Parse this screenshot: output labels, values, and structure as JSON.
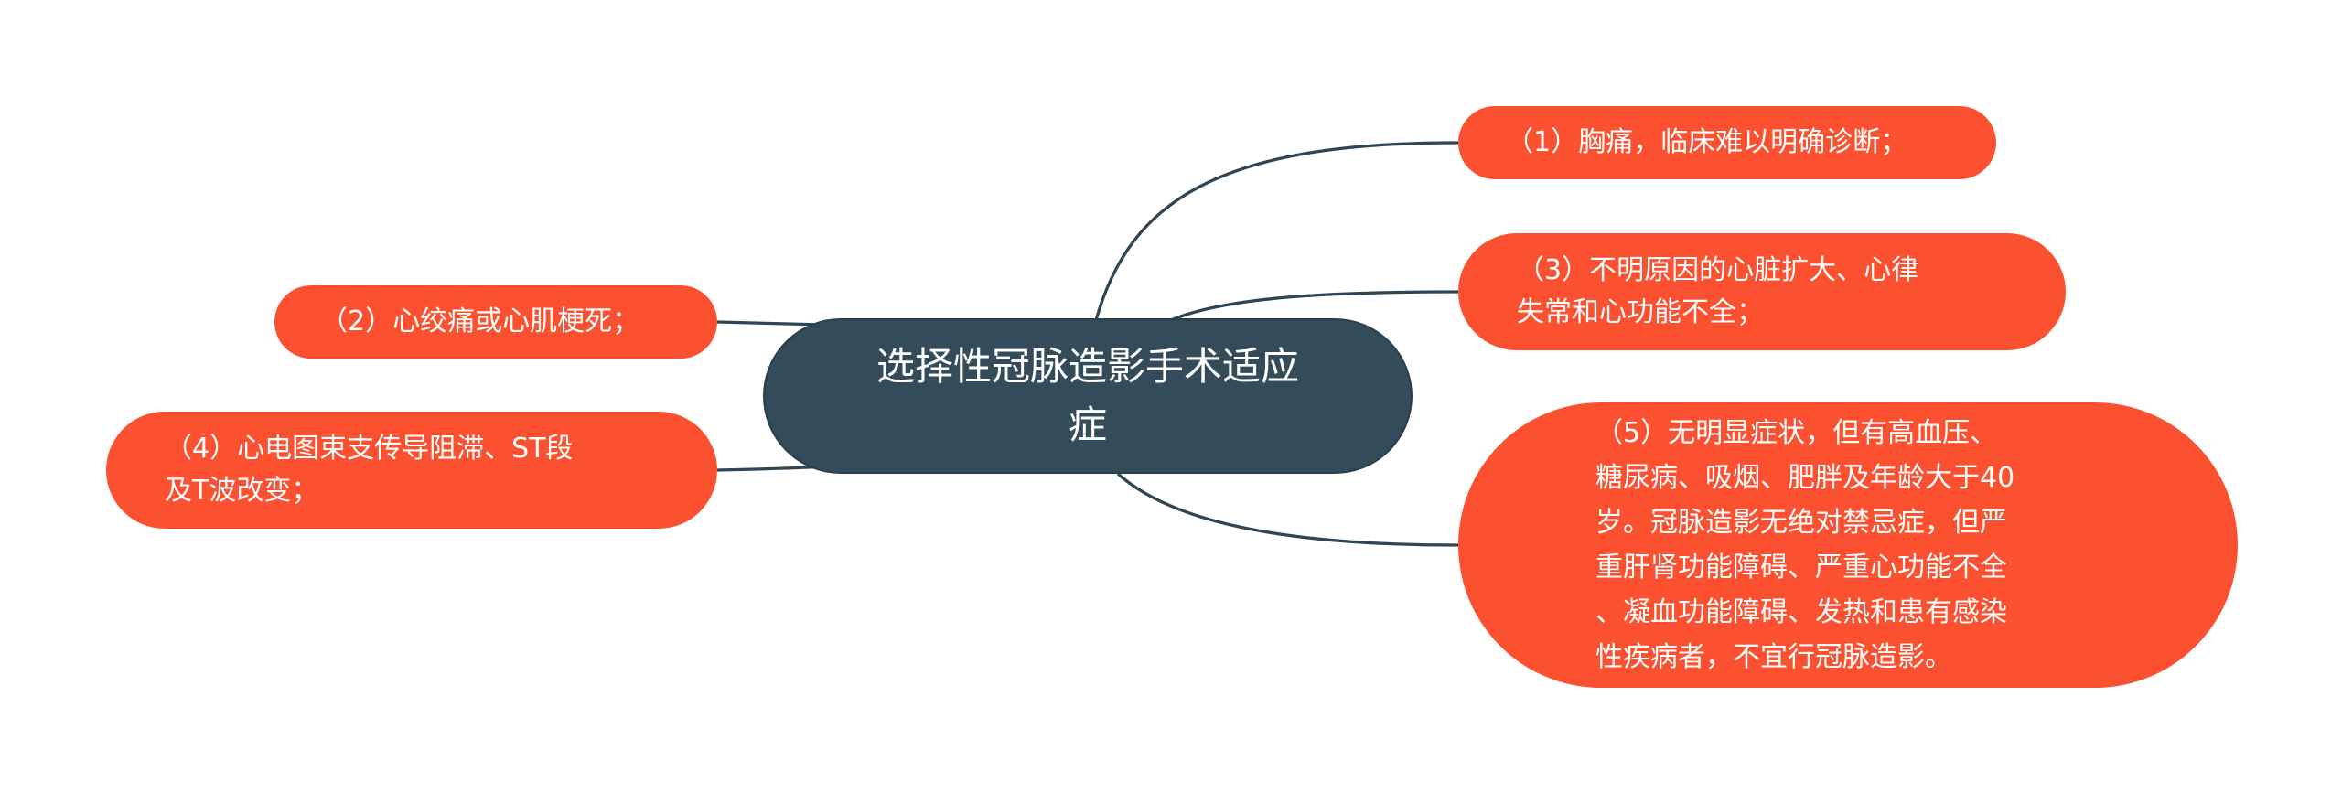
{
  "center": {
    "label": "选择性冠脉造影手术适应\n症"
  },
  "right_branches": [
    {
      "label": "（1）胸痛，临床难以明确诊断；"
    },
    {
      "label": "（3）不明原因的心脏扩大、心律\n失常和心功能不全；"
    },
    {
      "label": "（5）无明显症状，但有高血压、\n糖尿病、吸烟、肥胖及年龄大于40\n岁。冠脉造影无绝对禁忌症，但严\n重肝肾功能障碍、严重心功能不全\n、凝血功能障碍、发热和患有感染\n性疾病者，不宜行冠脉造影。"
    }
  ],
  "left_branches": [
    {
      "label": "（2）心绞痛或心肌梗死；"
    },
    {
      "label": "（4）心电图束支传导阻滞、ST段\n及T波改变；"
    }
  ],
  "colors": {
    "center_fill": "#344b5a",
    "leaf_fill": "#fb5130",
    "connector": "#2f4553",
    "text": "#ffffff"
  }
}
